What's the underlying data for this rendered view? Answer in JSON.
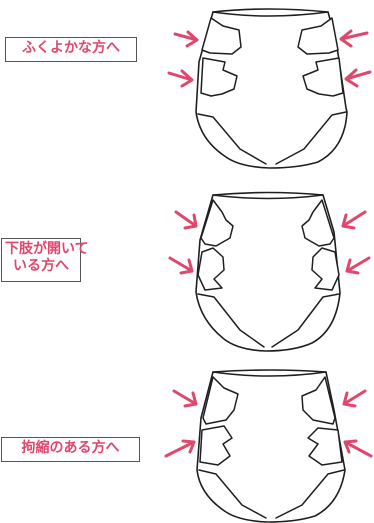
{
  "labels": {
    "plump": "ふくよかな方へ",
    "spread_line1": "下肢が開いて",
    "spread_line2": "いる方へ",
    "contracture": "拘縮のある方へ"
  },
  "colors": {
    "accent": "#e0476c",
    "outline": "#1f1f1f",
    "label_border": "#555555"
  }
}
